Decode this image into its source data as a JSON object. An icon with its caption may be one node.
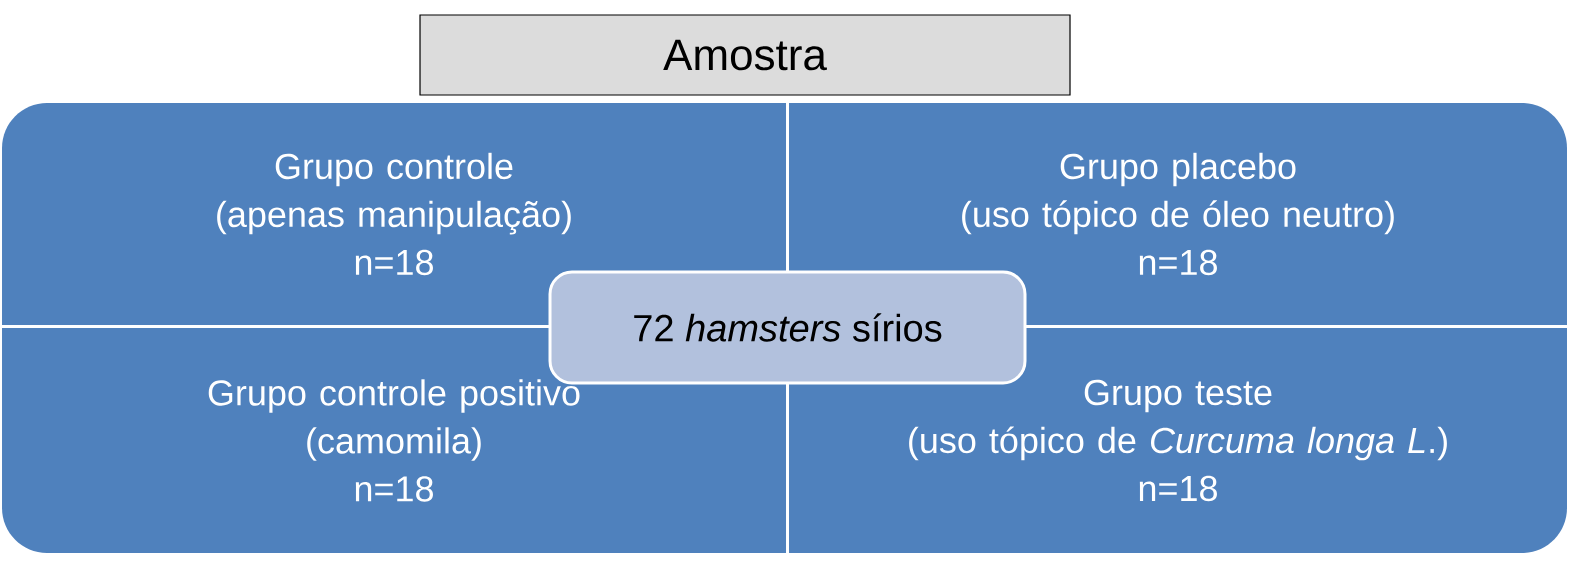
{
  "diagram": {
    "nodes": [
      {
        "text": [
          "Amostra"
        ]
      },
      {
        "text": [
          "Grupo controle",
          "(apenas manipulação)",
          "n=18"
        ]
      },
      {
        "text": [
          "Grupo placebo",
          "(uso tópico de óleo neutro)",
          "n=18"
        ]
      },
      {
        "text": [
          "72 *hamsters* sírios"
        ]
      },
      {
        "text": [
          "Grupo controle positivo",
          "(camomila)",
          "n=18"
        ]
      },
      {
        "text": [
          "Grupo teste",
          "(uso tópico de *Curcuma longa L*.)",
          "n=18"
        ]
      }
    ]
  }
}
